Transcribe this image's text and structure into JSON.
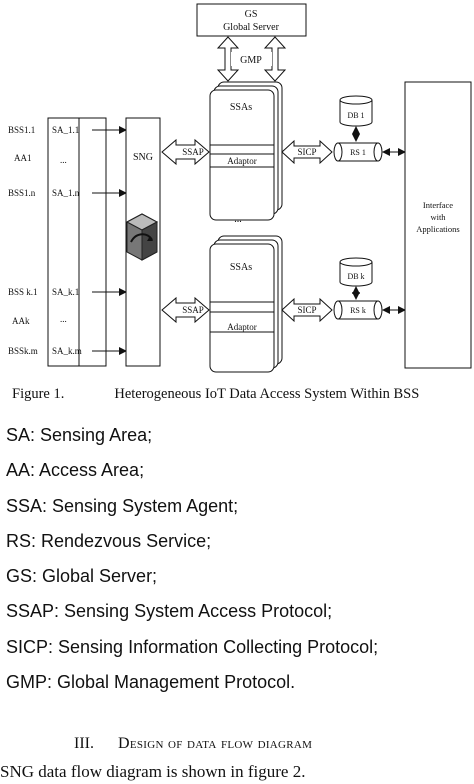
{
  "figure": {
    "gs": {
      "line1": "GS",
      "line2": "Global Server"
    },
    "gmp": "GMP",
    "ssas": "SSAs",
    "adaptor": "Adaptor",
    "ssap": "SSAP",
    "sicp": "SICP",
    "sng": "SNG",
    "db1": "DB 1",
    "rs1": "RS 1",
    "dbk": "DB k",
    "rsk": "RS k",
    "interface": {
      "line1": "Interface",
      "line2": "with",
      "line3": "Applications"
    },
    "ellipsis": "...",
    "left": {
      "bss1_1": "BSS1.1",
      "aa1": "AA1",
      "bss1_n": "BSS1.n",
      "bssk_1": "BSS k.1",
      "aak": "AAk",
      "bssk_m": "BSSk.m",
      "sa1_1": "SA_1.1",
      "sa1_n": "SA_1.n",
      "sak_1": "SA_k.1",
      "sak_m": "SA_k.m"
    }
  },
  "caption": {
    "label": "Figure 1.",
    "text": "Heterogeneous IoT Data Access System Within BSS"
  },
  "definitions": [
    "SA: Sensing Area;",
    "AA: Access Area;",
    "SSA: Sensing System Agent;",
    "RS: Rendezvous Service;",
    "GS: Global Server;",
    "SSAP: Sensing System Access Protocol;",
    "SICP: Sensing Information Collecting Protocol;",
    "GMP: Global Management Protocol."
  ],
  "section": {
    "number": "III.",
    "title": "Design of data flow diagram"
  },
  "body": "SNG data flow diagram is shown in figure 2."
}
